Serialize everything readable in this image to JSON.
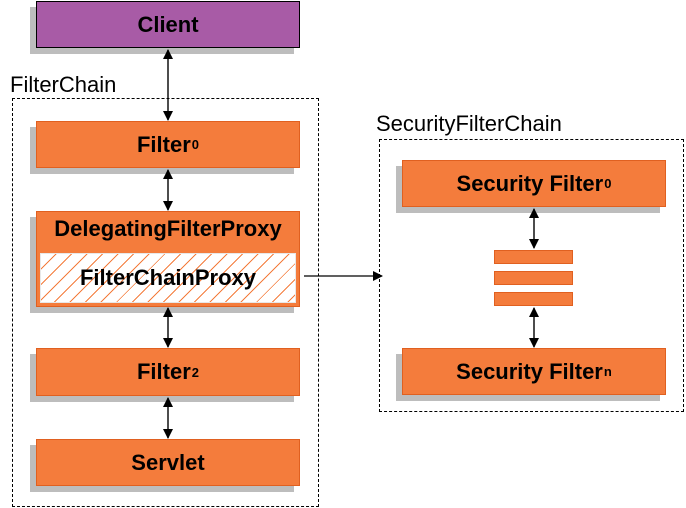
{
  "client": {
    "label": "Client"
  },
  "filter_chain": {
    "title": "FilterChain",
    "filter0": {
      "label": "Filter",
      "sub": "0"
    },
    "delegating": {
      "label": "DelegatingFilterProxy",
      "inner": "FilterChainProxy"
    },
    "filter2": {
      "label": "Filter",
      "sub": "2"
    },
    "servlet": {
      "label": "Servlet"
    }
  },
  "security_filter_chain": {
    "title": "SecurityFilterChain",
    "filter0": {
      "label": "Security Filter",
      "sub": "0"
    },
    "filtern": {
      "label": "Security Filter",
      "sub": "n"
    }
  },
  "colors": {
    "filter": "#f47c3c",
    "client": "#a85ba6",
    "shadow": "#bdbdbd"
  }
}
